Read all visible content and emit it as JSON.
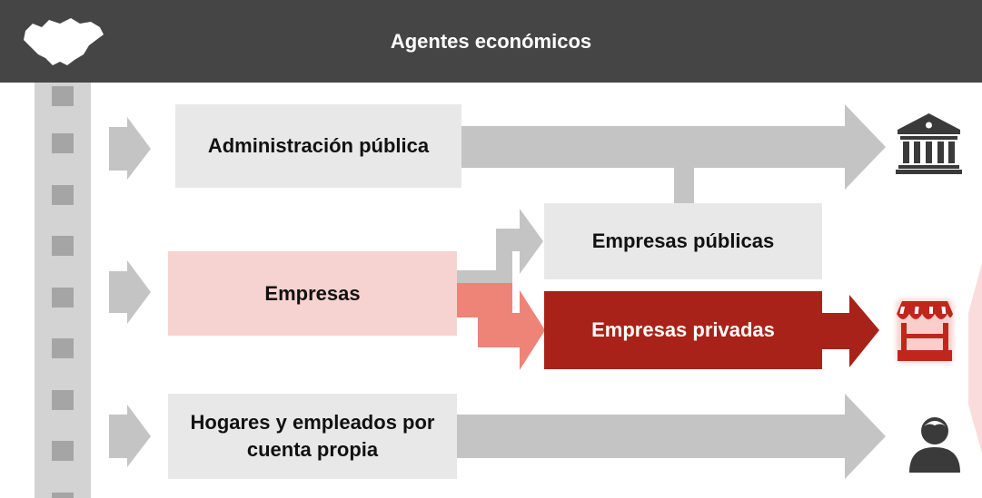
{
  "header": {
    "title": "Agentes económicos",
    "background": "#454545",
    "logo_icon": "region-map-icon"
  },
  "agents": {
    "administracion": "Administración pública",
    "empresas": "Empresas",
    "empresas_publicas": "Empresas públicas",
    "empresas_privadas": "Empresas privadas",
    "hogares": "Hogares y empleados por cuenta propia"
  },
  "icons": {
    "administracion": "government-building-icon",
    "empresas_privadas": "market-stall-icon",
    "hogares": "person-icon"
  },
  "colors": {
    "gray_box": "#e8e8e8",
    "gray_arrow": "#c4c4c4",
    "pink_box": "#f6d3d0",
    "salmon_arrow": "#ee8378",
    "red": "#a9221a",
    "icon_dark": "#3a3a3a",
    "stall_red": "#c0261c",
    "beam_pink": "#fbdcdc"
  }
}
